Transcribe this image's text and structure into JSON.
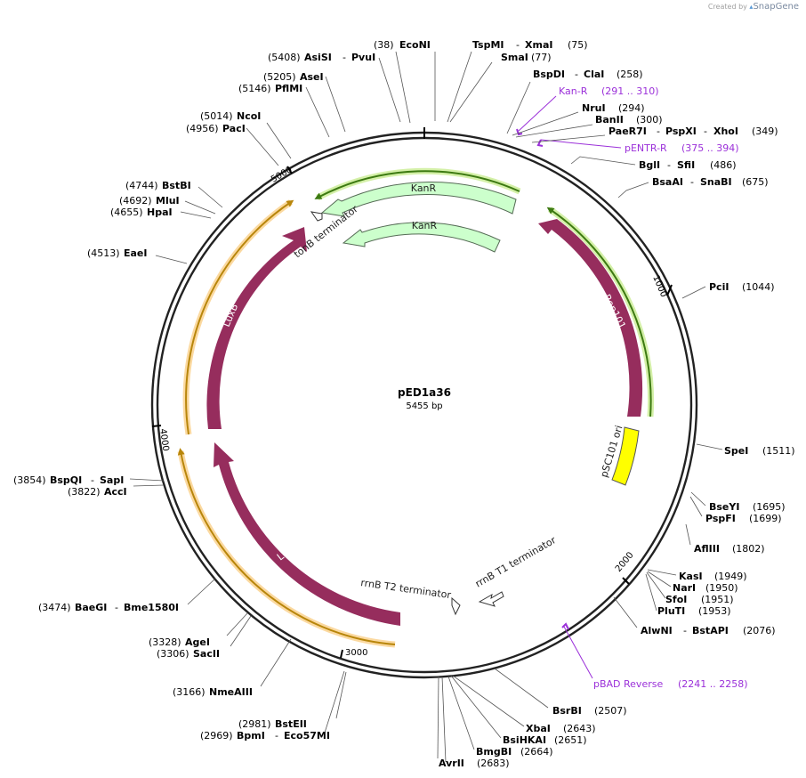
{
  "branding": {
    "created_by": "Created by",
    "product": "SnapGene"
  },
  "plasmid": {
    "name": "pED1a36",
    "length_label": "5455 bp",
    "length": 5455
  },
  "ticks": [
    "1000",
    "2000",
    "3000",
    "4000",
    "5000"
  ],
  "sites": [
    {
      "name": "EcoNI",
      "pos": "(38)",
      "bp": 38
    },
    {
      "name": "TspMI",
      "name2": "XmaI",
      "pos": "(75)",
      "bp": 75
    },
    {
      "name": "SmaI",
      "pos": "(77)",
      "bp": 77
    },
    {
      "name": "BspDI",
      "name2": "ClaI",
      "pos": "(258)",
      "bp": 258
    },
    {
      "name": "NruI",
      "pos": "(294)",
      "bp": 294
    },
    {
      "name": "BanII",
      "pos": "(300)",
      "bp": 300
    },
    {
      "name": "PaeR7I",
      "name2": "PspXI",
      "name3": "XhoI",
      "pos": "(349)",
      "bp": 349
    },
    {
      "name": "BglI",
      "name2": "SfiI",
      "pos": "(486)",
      "bp": 486
    },
    {
      "name": "BsaAI",
      "name2": "SnaBI",
      "pos": "(675)",
      "bp": 675
    },
    {
      "name": "PciI",
      "pos": "(1044)",
      "bp": 1044
    },
    {
      "name": "SpeI",
      "pos": "(1511)",
      "bp": 1511
    },
    {
      "name": "BseYI",
      "pos": "(1695)",
      "bp": 1695
    },
    {
      "name": "PspFI",
      "pos": "(1699)",
      "bp": 1699
    },
    {
      "name": "AflIII",
      "pos": "(1802)",
      "bp": 1802
    },
    {
      "name": "KasI",
      "pos": "(1949)",
      "bp": 1949
    },
    {
      "name": "NarI",
      "pos": "(1950)",
      "bp": 1950
    },
    {
      "name": "SfoI",
      "pos": "(1951)",
      "bp": 1951
    },
    {
      "name": "PluTI",
      "pos": "(1953)",
      "bp": 1953
    },
    {
      "name": "AlwNI",
      "name2": "BstAPI",
      "pos": "(2076)",
      "bp": 2076
    },
    {
      "name": "BsrBI",
      "pos": "(2507)",
      "bp": 2507
    },
    {
      "name": "XbaI",
      "pos": "(2643)",
      "bp": 2643
    },
    {
      "name": "BsiHKAI",
      "pos": "(2651)",
      "bp": 2651
    },
    {
      "name": "BmgBI",
      "pos": "(2664)",
      "bp": 2664
    },
    {
      "name": "AvrII",
      "pos": "(2683)",
      "bp": 2683
    },
    {
      "name": "BstEII",
      "pos": "(2981)",
      "bp": 2981
    },
    {
      "name": "BpmI",
      "name2": "Eco57MI",
      "pos": "(2969)",
      "bp": 2969
    },
    {
      "name": "NmeAIII",
      "pos": "(3166)",
      "bp": 3166
    },
    {
      "name": "AgeI",
      "pos": "(3328)",
      "bp": 3328
    },
    {
      "name": "SacII",
      "pos": "(3306)",
      "bp": 3306
    },
    {
      "name": "BaeGI",
      "name2": "Bme1580I",
      "pos": "(3474)",
      "bp": 3474
    },
    {
      "name": "BspQI",
      "name2": "SapI",
      "pos": "(3854)",
      "bp": 3854
    },
    {
      "name": "AccI",
      "pos": "(3822)",
      "bp": 3822
    },
    {
      "name": "EaeI",
      "pos": "(4513)",
      "bp": 4513
    },
    {
      "name": "HpaI",
      "pos": "(4655)",
      "bp": 4655
    },
    {
      "name": "MluI",
      "pos": "(4692)",
      "bp": 4692
    },
    {
      "name": "BstBI",
      "pos": "(4744)",
      "bp": 4744
    },
    {
      "name": "PacI",
      "pos": "(4956)",
      "bp": 4956
    },
    {
      "name": "NcoI",
      "pos": "(5014)",
      "bp": 5014
    },
    {
      "name": "PflMI",
      "pos": "(5146)",
      "bp": 5146
    },
    {
      "name": "AseI",
      "pos": "(5205)",
      "bp": 5205
    },
    {
      "name": "AsiSI",
      "name2": "PvuI",
      "pos": "(5408)",
      "bp": 5408
    }
  ],
  "primers": [
    {
      "name": "Kan-R",
      "range": "(291 .. 310)"
    },
    {
      "name": "pENTR-R",
      "range": "(375 .. 394)"
    },
    {
      "name": "pBAD Reverse",
      "range": "(2241 .. 2258)"
    }
  ],
  "features": {
    "kanr_outer": "KanR",
    "kanr_inner": "KanR",
    "tonb": "tonB terminator",
    "rep101": "Rep101",
    "psc101": "pSC101 ori",
    "luxb": "LuxB",
    "luxa": "LuxA",
    "rrnbt2": "rrnB T2 terminator",
    "rrnbt1": "rrnB T1 terminator"
  },
  "colors": {
    "backbone": "#222222",
    "cds": "#962d5d",
    "kanr_fill": "#ccffcc",
    "ori": "#ffff00",
    "orf_green": "#3d7a12",
    "orf_green_glow": "#d4f0a8",
    "orf_orange": "#b8860b",
    "orf_orange_glow": "#fbd9a0",
    "primer": "#9b30d9"
  }
}
